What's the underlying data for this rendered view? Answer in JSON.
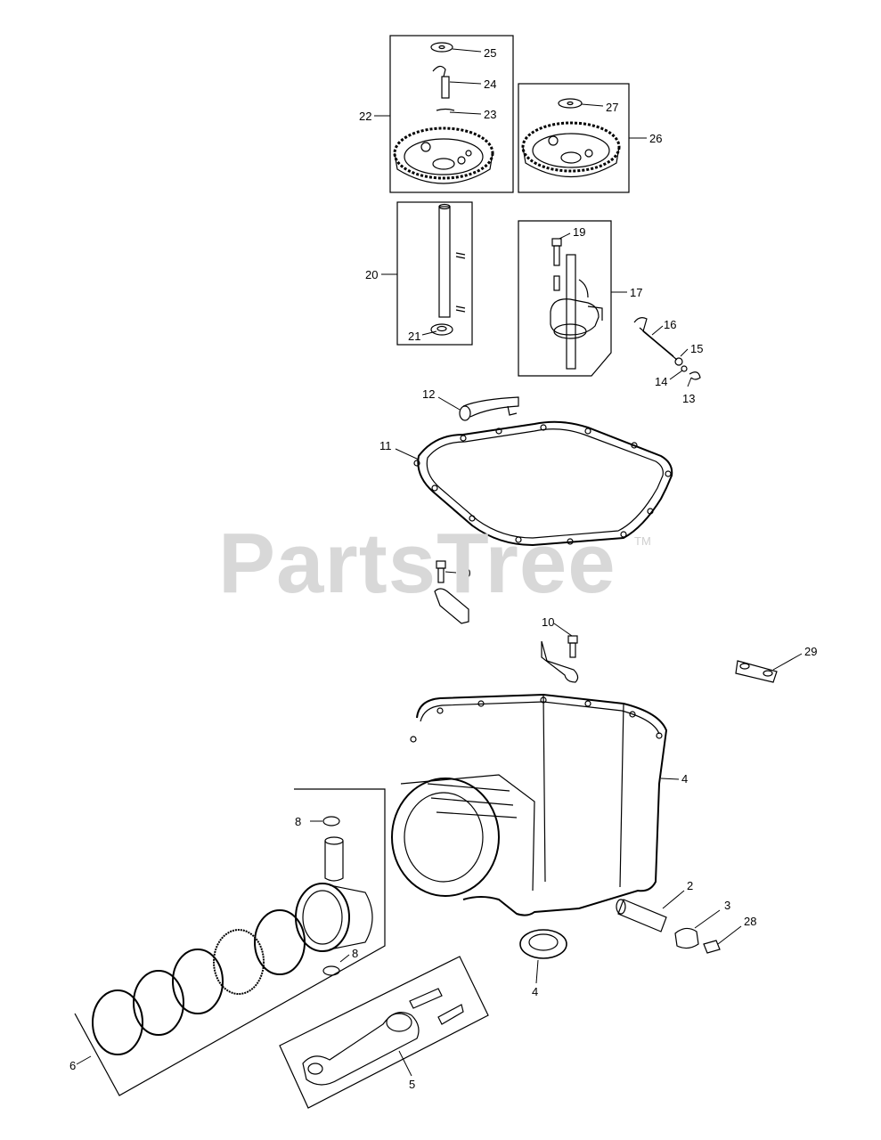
{
  "watermark": {
    "brand": "PartsTree",
    "trademark": "TM"
  },
  "callouts": {
    "c25": "25",
    "c24": "24",
    "c23": "23",
    "c22": "22",
    "c27": "27",
    "c26": "26",
    "c20": "20",
    "c21": "21",
    "c19": "19",
    "c17": "17",
    "c16": "16",
    "c15": "15",
    "c14": "14",
    "c13": "13",
    "c12": "12",
    "c11": "11",
    "c10a": "10",
    "c10b": "10",
    "c29": "29",
    "c4a": "4",
    "c4b": "4",
    "c8a": "8",
    "c8b": "8",
    "c2": "2",
    "c3": "3",
    "c28": "28",
    "c6": "6",
    "c5": "5"
  },
  "colors": {
    "line": "#000000",
    "watermark": "#d8d8d8"
  }
}
